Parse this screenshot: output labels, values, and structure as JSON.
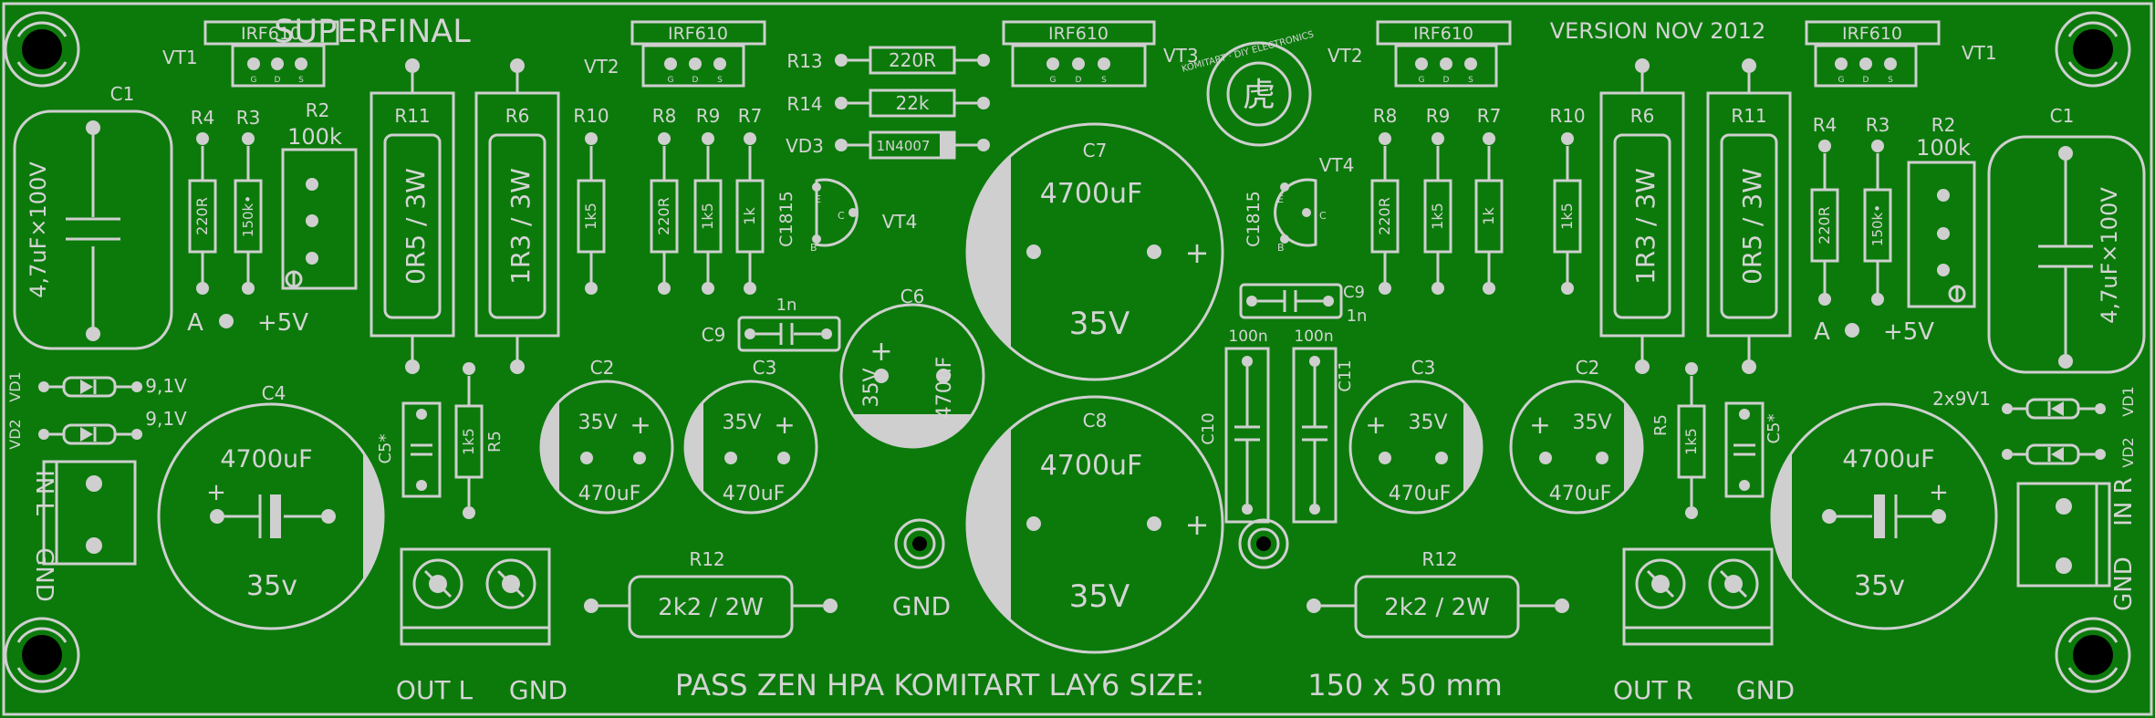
{
  "board": {
    "title": "SUPERFINAL",
    "version": "VERSION NOV 2012",
    "footer": "PASS ZEN HPA KOMITART LAY6 SIZE:",
    "size": "150 x 50 mm",
    "logo_text": "KOMITART · DIY ELECTRONICS",
    "logo_glyph": "虎"
  },
  "colors": {
    "board": "#0b7a0b",
    "silk": "#d4d4d4",
    "background": "#000000"
  },
  "labels": {
    "irf610": "IRF610",
    "vt1": "VT1",
    "vt2": "VT2",
    "vt3": "VT3",
    "vt4": "VT4",
    "g": "G",
    "d": "D",
    "s": "S",
    "e": "E",
    "c": "C",
    "b": "B",
    "c1": "C1",
    "c2": "C2",
    "c3": "C3",
    "c4": "C4",
    "c5": "C5*",
    "c6": "C6",
    "c7": "C7",
    "c8": "C8",
    "c9": "C9",
    "c10": "C10",
    "c11": "C11",
    "r2": "R2",
    "r3": "R3",
    "r4": "R4",
    "r5": "R5",
    "r6": "R6",
    "r7": "R7",
    "r8": "R8",
    "r9": "R9",
    "r10": "R10",
    "r11": "R11",
    "r12": "R12",
    "r13": "R13",
    "r14": "R14",
    "vd1": "VD1",
    "vd2": "VD2",
    "vd3": "VD3",
    "c1815": "C1815",
    "v_220r": "220R",
    "v_150k": "150k•",
    "v_1k5": "1k5",
    "v_1k": "1k",
    "v_100k": "100k",
    "v_0r5": "0R5 / 3W",
    "v_1r3": "1R3 / 3W",
    "v_2k2": "2k2 / 2W",
    "v_22k": "22k",
    "v_1n4007": "1N4007",
    "v_1n": "1n",
    "v_100n": "100n",
    "v_4u7": "4,7uF×100V",
    "v_4700": "4700uF",
    "v_35": "35V",
    "v_35v": "35v",
    "v_470": "470uF",
    "v_91": "9,1V",
    "v_2x9v1": "2x9V1",
    "a": "A",
    "plus5": "+5V",
    "plus": "+",
    "gnd": "GND",
    "in_l": "IN L",
    "in_r": "IN R",
    "out_l": "OUT L",
    "out_r": "OUT R"
  }
}
